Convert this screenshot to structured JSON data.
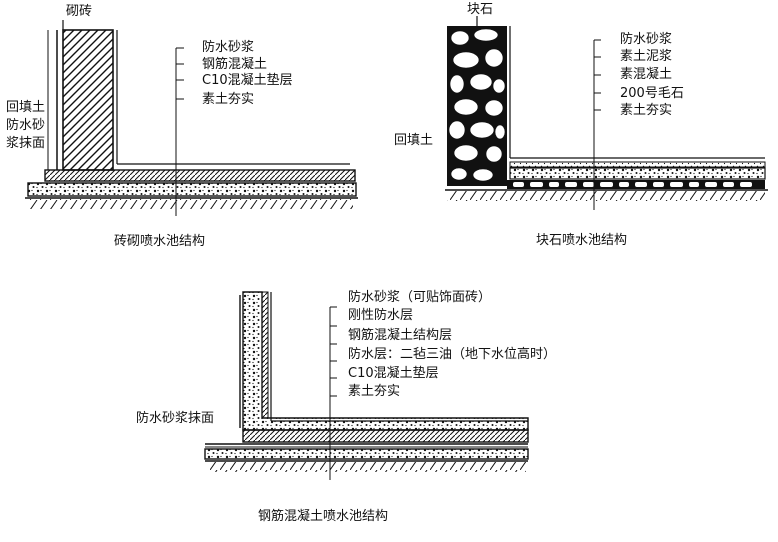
{
  "diagram_a": {
    "top_label": "砌砖",
    "left_labels": [
      "回填土",
      "防水砂",
      "浆抹面"
    ],
    "layers": [
      "防水砂浆",
      "钢筋混凝土",
      "C10混凝土垫层",
      "素土夯实"
    ],
    "caption": "砖砌喷水池结构"
  },
  "diagram_b": {
    "top_label": "块石",
    "left_label": "回填土",
    "layers": [
      "防水砂浆",
      "素土泥浆",
      "素混凝土",
      "200号毛石",
      "素土夯实"
    ],
    "caption": "块石喷水池结构"
  },
  "diagram_c": {
    "left_label": "防水砂浆抹面",
    "layers": [
      "防水砂浆（可贴饰面砖）",
      "刚性防水层",
      "钢筋混凝土结构层",
      "防水层：二毡三油（地下水位高时）",
      "C10混凝土垫层",
      "素土夯实"
    ],
    "caption": "钢筋混凝土喷水池结构"
  }
}
